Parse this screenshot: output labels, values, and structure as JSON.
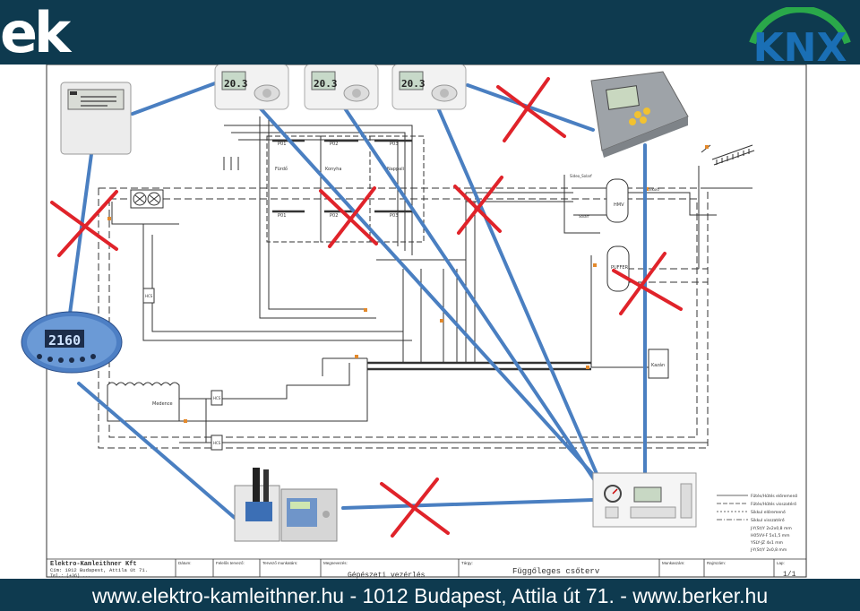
{
  "header": {
    "logo_text": "ek",
    "knx_text": "KNX",
    "brand_color": "#0e3a4f",
    "knx_blue": "#1a6fb5",
    "knx_green": "#2aa84a"
  },
  "footer": {
    "text": "www.elektro-kamleithner.hu - 1012 Budapest, Attila út 71. - www.berker.hu"
  },
  "thermostats": [
    {
      "display": "20.3"
    },
    {
      "display": "20.3"
    },
    {
      "display": "20.3"
    }
  ],
  "pool_controller": {
    "display": "2160"
  },
  "rooms": {
    "top": [
      "P01",
      "P02",
      "P03"
    ],
    "names": [
      "Fürdő",
      "Konyha",
      "Nappali"
    ],
    "bottom": [
      "P01",
      "P02",
      "P03"
    ]
  },
  "labels": {
    "hmv": "HMV",
    "puffer": "PUFFER",
    "kazan": "Kazán",
    "medence": "Medence",
    "hcs": "HCS",
    "sidec_solar": "Sideo_Solarf",
    "solar": "Solarf",
    "sikolo": "Sikolo"
  },
  "legend": [
    "Fűtés/Hűtés előremenő",
    "Fűtés/Hűtés visszatérő",
    "Sikkul előremenő",
    "Sikkul visszatérő",
    "J-Y(St)Y 2x2x0,8 mm",
    "H05VV-F 5x1,5 mm",
    "YSLY-JZ 4x1 mm",
    "J-Y(St)Y 2x0,8 mm"
  ],
  "title_block": {
    "company": "Elektro-Kamleithner Kft",
    "address": "Cím: 1012 Budapest, Attila út 71.",
    "phone": "Tel.: (+36) ...",
    "col_headers": [
      "Dátum:",
      "Felelős tervező:",
      "Tervező munkatárs:",
      "Megnevezés:",
      "Tárgy:",
      "Munkaszám:",
      "Rajzszám:",
      "Lap:"
    ],
    "megnevezes": "Gépészeti vezérlés",
    "targy": "Függőleges csőterv",
    "lap": "1/1"
  }
}
